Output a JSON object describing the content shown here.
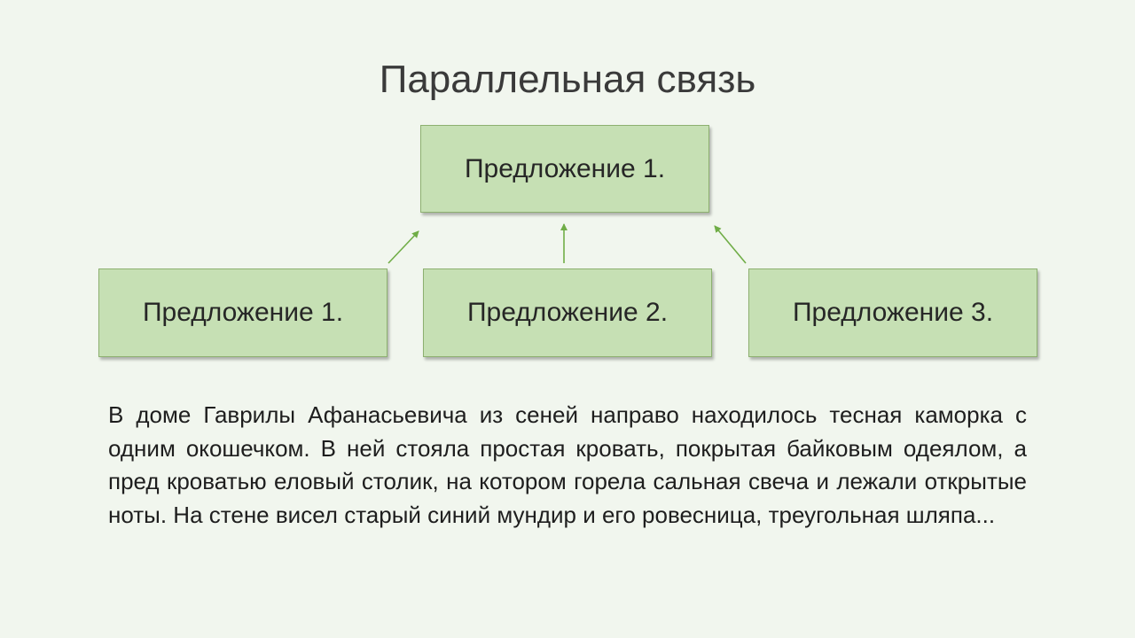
{
  "slide": {
    "title": "Параллельная связь"
  },
  "diagram": {
    "top_box": "Предложение 1.",
    "bottom_boxes": [
      "Предложение 1.",
      "Предложение 2.",
      "Предложение 3."
    ],
    "colors": {
      "box_fill": "#c6e0b4",
      "box_border": "#8db070",
      "arrow": "#70ad47",
      "background": "#f1f6ee"
    }
  },
  "text": {
    "paragraph": "В доме Гаврилы Афанасьевича из сеней направо находилось тесная каморка с одним окошечком. В ней стояла простая кровать, покрытая байковым одеялом, а пред кроватью еловый столик, на котором горела сальная свеча и лежали открытые ноты. На стене висел старый синий мундир и его ровесница, треугольная шляпа..."
  }
}
